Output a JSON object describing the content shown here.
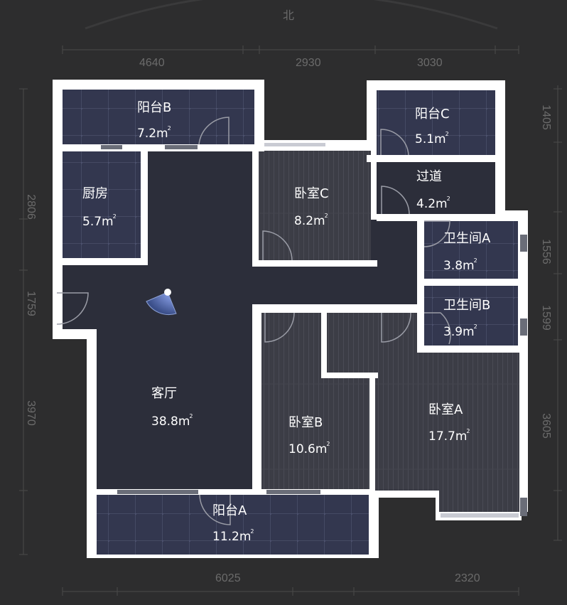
{
  "compass": {
    "north_label": "北"
  },
  "colors": {
    "background": "#2d2d2e",
    "wall": "#ffffff",
    "tile_floor": "#33374f",
    "wood_floor": "#3c3d46",
    "common_floor": "#2c2e3a",
    "dimension_text": "#6b6b6b",
    "camera_cone": "#5b74b0"
  },
  "dimensions": {
    "top": [
      "4640",
      "2930",
      "3030"
    ],
    "bottom": [
      "6025",
      "2320"
    ],
    "left": [
      "2806",
      "1759",
      "3970"
    ],
    "right": [
      "1405",
      "1556",
      "1599",
      "3605"
    ]
  },
  "rooms": [
    {
      "id": "balcony-b",
      "name": "阳台B",
      "area": "7.2",
      "unit": "m",
      "floor": "tile"
    },
    {
      "id": "balcony-c",
      "name": "阳台C",
      "area": "5.1",
      "unit": "m",
      "floor": "tile"
    },
    {
      "id": "kitchen",
      "name": "厨房",
      "area": "5.7",
      "unit": "m",
      "floor": "tile"
    },
    {
      "id": "bedroom-c",
      "name": "卧室C",
      "area": "8.2",
      "unit": "m",
      "floor": "wood"
    },
    {
      "id": "corridor",
      "name": "过道",
      "area": "4.2",
      "unit": "m",
      "floor": "common"
    },
    {
      "id": "bathroom-a",
      "name": "卫生间A",
      "area": "3.8",
      "unit": "m",
      "floor": "tile"
    },
    {
      "id": "bathroom-b",
      "name": "卫生间B",
      "area": "3.9",
      "unit": "m",
      "floor": "tile"
    },
    {
      "id": "living-room",
      "name": "客厅",
      "area": "38.8",
      "unit": "m",
      "floor": "common"
    },
    {
      "id": "bedroom-b",
      "name": "卧室B",
      "area": "10.6",
      "unit": "m",
      "floor": "wood"
    },
    {
      "id": "bedroom-a",
      "name": "卧室A",
      "area": "17.7",
      "unit": "m",
      "floor": "wood"
    },
    {
      "id": "balcony-a",
      "name": "阳台A",
      "area": "11.2",
      "unit": "m",
      "floor": "tile"
    }
  ],
  "unit_superscript": "2"
}
